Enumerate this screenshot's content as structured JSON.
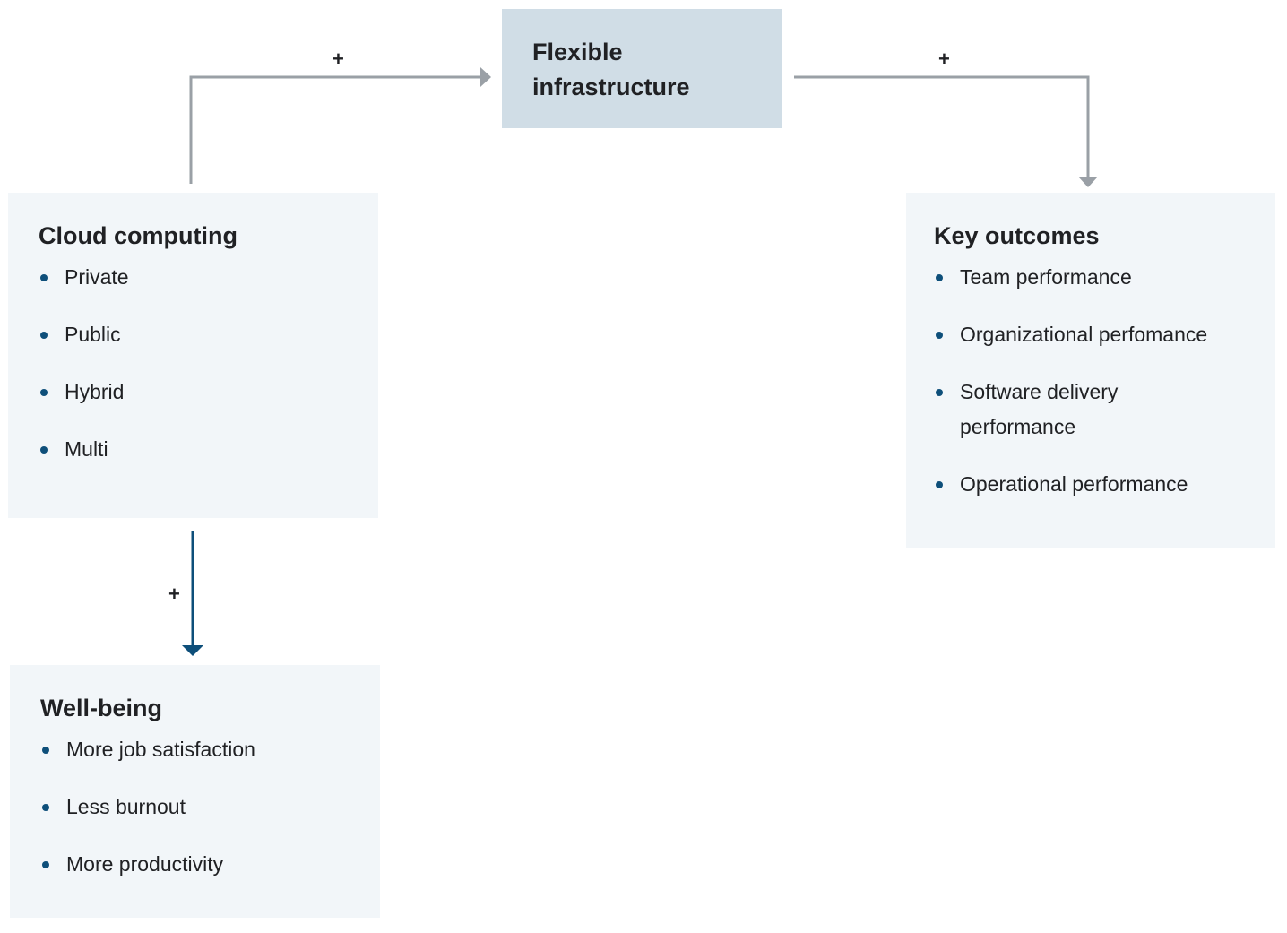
{
  "nodes": {
    "infrastructure": {
      "title_line1": "Flexible",
      "title_line2": "infrastructure"
    },
    "cloud": {
      "title": "Cloud computing",
      "items": [
        "Private",
        "Public",
        "Hybrid",
        "Multi"
      ]
    },
    "outcomes": {
      "title": "Key outcomes",
      "items": [
        "Team performance",
        "Organizational perfomance",
        "Software delivery performance",
        "Operational performance"
      ]
    },
    "wellbeing": {
      "title": "Well-being",
      "items": [
        "More job satisfaction",
        "Less burnout",
        "More productivity"
      ]
    }
  },
  "edges": [
    {
      "from": "cloud",
      "to": "infrastructure",
      "label": "+"
    },
    {
      "from": "infrastructure",
      "to": "outcomes",
      "label": "+"
    },
    {
      "from": "cloud",
      "to": "wellbeing",
      "label": "+"
    }
  ],
  "colors": {
    "box_background": "#f2f6f9",
    "highlight_box": "#d0dde6",
    "grey_arrow": "#9aa0a6",
    "blue_arrow": "#0e4f7a",
    "bullet": "#0e4f7a"
  }
}
